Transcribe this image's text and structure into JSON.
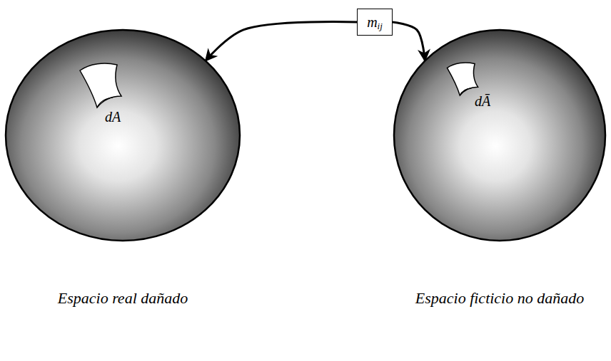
{
  "diagram": {
    "nodes": [
      {
        "text": [
          "m",
          "ij"
        ]
      },
      {
        "text": [
          "Espacio real dañado"
        ]
      },
      {
        "text": [
          "dA"
        ],
        "in": 1
      },
      {
        "text": [
          "Espacio ficticio no dañado"
        ]
      },
      {
        "text": [
          "dĀ"
        ],
        "in": 3
      }
    ],
    "edges": [
      {
        "from": 0,
        "to": 1,
        "arrow": "to"
      },
      {
        "from": 0,
        "to": 3,
        "arrow": "to"
      }
    ]
  }
}
